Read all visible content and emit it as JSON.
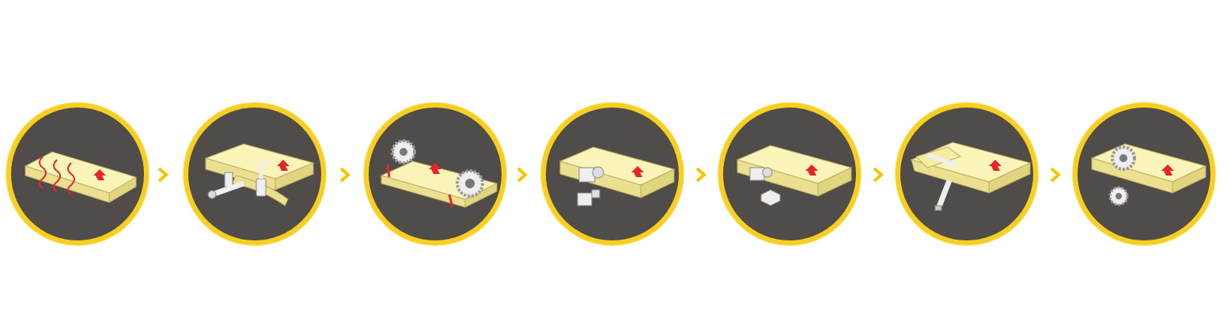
{
  "colors": {
    "circle_fill": "#4f4c4a",
    "ring": "#f7cf1f",
    "board_top": "#fbf4b8",
    "board_side": "#ebe08f",
    "board_stroke": "#b9ad5e",
    "arrow": "#e8242a",
    "tool": "#eeeeee",
    "chevron": "#f5c400"
  },
  "process_steps": [
    {
      "id": "heating",
      "icons": [
        "board-icon",
        "heat-waves-icon",
        "feed-arrow-icon"
      ]
    },
    {
      "id": "edge-banding",
      "icons": [
        "board-icon",
        "glue-nozzle-icon",
        "pressure-roller-icon",
        "edge-band-strip-icon",
        "feed-arrow-icon"
      ]
    },
    {
      "id": "end-trimming",
      "icons": [
        "board-icon",
        "saw-blade-icon",
        "saw-blade-icon",
        "feed-arrow-icon"
      ]
    },
    {
      "id": "rough-trimming",
      "icons": [
        "board-icon",
        "trimming-motor-icon",
        "trimming-motor-icon",
        "feed-arrow-icon"
      ]
    },
    {
      "id": "fine-trimming",
      "icons": [
        "board-icon",
        "trimming-motor-icon",
        "cutter-icon",
        "feed-arrow-icon"
      ]
    },
    {
      "id": "scraping",
      "icons": [
        "board-icon",
        "scraper-icon",
        "feed-arrow-icon"
      ]
    },
    {
      "id": "buffing",
      "icons": [
        "board-icon",
        "buffing-wheel-icon",
        "buffing-wheel-icon",
        "feed-arrow-icon"
      ]
    }
  ],
  "chevron_icon": "chevron-right-icon"
}
